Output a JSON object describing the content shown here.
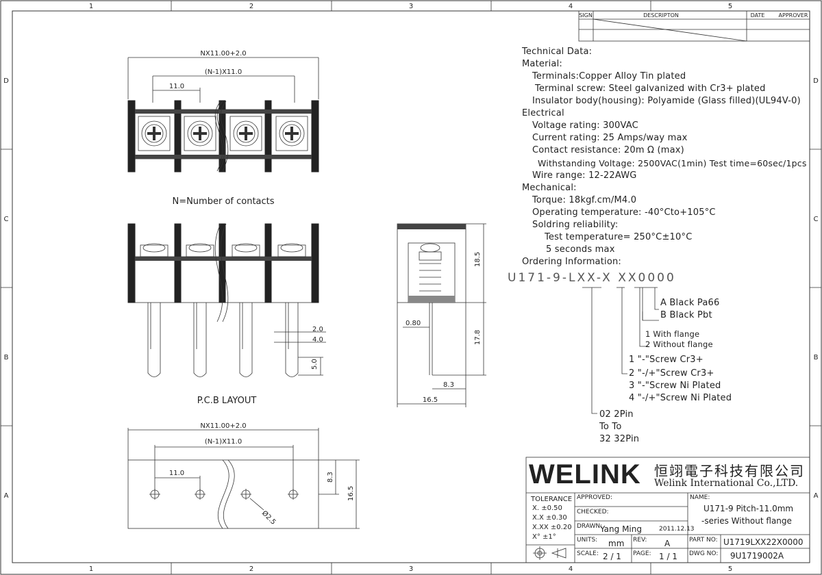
{
  "grid": {
    "cols": [
      "1",
      "2",
      "3",
      "4",
      "5"
    ],
    "rows": [
      "D",
      "C",
      "B",
      "A"
    ]
  },
  "revision_table": {
    "sign": "SIGN",
    "description": "DESCRIPTON",
    "date": "DATE",
    "approver": "APPROVER"
  },
  "views": {
    "top_dims": {
      "overall": "NX11.00+2.0",
      "inner": "(N-1)X11.0",
      "pitch": "11.0"
    },
    "top_caption": "N=Number of contacts",
    "front_dims": {
      "d1": "2.0",
      "d2": "4.0",
      "d3": "5.0"
    },
    "front_caption": "P.C.B LAYOUT",
    "side_dims": {
      "h1": "18.5",
      "h2": "17.8",
      "w1": "0.80",
      "w2": "8.3",
      "w3": "16.5"
    },
    "pcb_dims": {
      "overall": "NX11.00+2.0",
      "inner": "(N-1)X11.0",
      "pitch": "11.0",
      "hole": "Ø2.5",
      "h1": "8.3",
      "h2": "16.5"
    }
  },
  "spec_lines": [
    "Technical Data:",
    "Material:",
    "Terminals:Copper Alloy Tin plated",
    "Terminal screw: Steel galvanized with Cr3+ plated",
    "Insulator body(housing): Polyamide (Glass filled)(UL94V-0)",
    "Electrical",
    "Voltage rating: 300VAC",
    "Current rating: 25 Amps/way max",
    "Contact resistance: 20m Ω  (max)",
    "Withstanding Voltage: 2500VAC(1min) Test time=60sec/1pcs",
    "Wire range: 12-22AWG",
    "Mechanical:",
    "Torque: 18kgf.cm/M4.0",
    "Operating temperature: -40°Cto+105°C",
    "Soldring reliability:",
    "Test temperature= 250°C±10°C",
    "5 seconds max",
    "Ordering Information:"
  ],
  "ordering": {
    "code": "U171-9-LXX-X XX0000",
    "color": [
      "A  Black Pa66",
      "B  Black Pbt"
    ],
    "flange": [
      "1  With flange",
      "2  Without flange"
    ],
    "screw": [
      "1   \"-\"Screw Cr3+",
      "2   \"-/+\"Screw Cr3+",
      "3   \"-\"Screw Ni Plated",
      "4   \"-/+\"Screw Ni Plated"
    ],
    "pins": [
      "02    2Pin",
      "To    To",
      "32    32Pin"
    ]
  },
  "title_block": {
    "logo": "WELINK",
    "company_cn": "恒翊電子科技有限公司",
    "company_en": "Welink International Co.,LTD.",
    "tolerance_label": "TOLERANCE",
    "tolerances": [
      "X.     ±0.50",
      "X.X    ±0.30",
      "X.XX  ±0.20",
      "X°      ±1°"
    ],
    "approved": "APPROVED:",
    "checked": "CHECKED:",
    "drawn_label": "DRAWN:",
    "drawn_by": "Yang Ming",
    "date": "2011.12.13",
    "units_label": "UNITS:",
    "units": "mm",
    "rev_label": "REV:",
    "rev": "A",
    "scale_label": "SCALE:",
    "scale": "2 / 1",
    "page_label": "PAGE:",
    "page": "1 / 1",
    "name_label": "NAME:",
    "name_line1": "U171-9 Pitch-11.0mm",
    "name_line2": "-series Without flange",
    "part_label": "PART NO:",
    "part_no": "U1719LXX22X0000",
    "dwg_label": "DWG NO:",
    "dwg_no": "9U1719002A"
  }
}
